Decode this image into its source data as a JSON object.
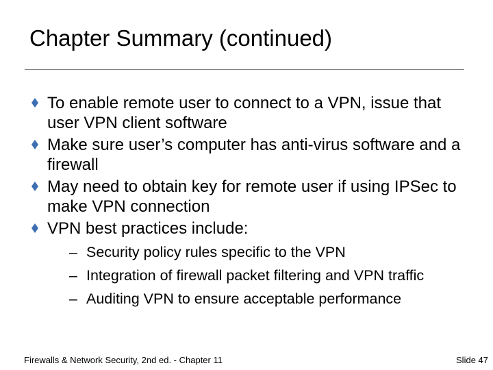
{
  "slide": {
    "title": "Chapter Summary (continued)",
    "accent_color": "#3d6fb2",
    "bullet_icon": "diamond-bullet-icon",
    "bullets": [
      {
        "text": "To enable remote user to connect to a VPN, issue that user VPN client software"
      },
      {
        "text": "Make sure user’s computer has anti-virus software and a firewall"
      },
      {
        "text": "May need to obtain key for remote user if using IPSec to make VPN connection"
      },
      {
        "text": "VPN best practices include:"
      }
    ],
    "sub_bullet_marker": "–",
    "sub_bullets": [
      {
        "text": "Security policy rules specific to the VPN"
      },
      {
        "text": "Integration of firewall packet filtering and VPN traffic"
      },
      {
        "text": "Auditing VPN to ensure acceptable performance"
      }
    ],
    "footer": "Firewalls & Network Security, 2nd ed. - Chapter 11",
    "slide_number": "Slide 47"
  }
}
